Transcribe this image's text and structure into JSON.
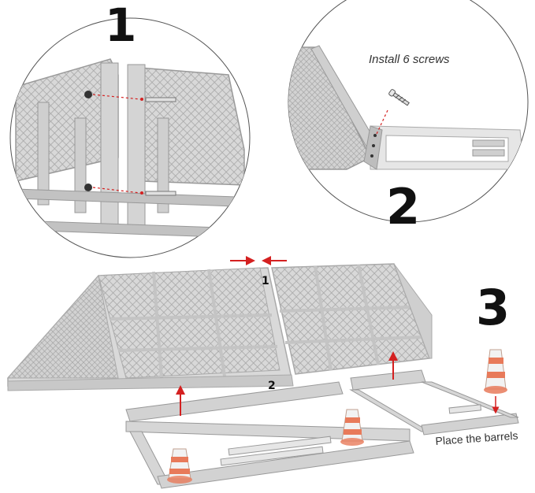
{
  "steps": {
    "step1": "1",
    "step2": "2",
    "step3": "3"
  },
  "notes": {
    "screws": "Install 6 screws",
    "barrels": "Place the barrels"
  },
  "part_labels": {
    "junction_1": "1",
    "junction_2": "2"
  },
  "colors": {
    "frame_gray": "#c9c9c9",
    "frame_dark": "#9a9a9a",
    "mesh": "#b5b5b5",
    "arrow_red": "#d42020",
    "barrel_orange": "#e87a5a",
    "barrel_white": "#f2f2f2"
  }
}
